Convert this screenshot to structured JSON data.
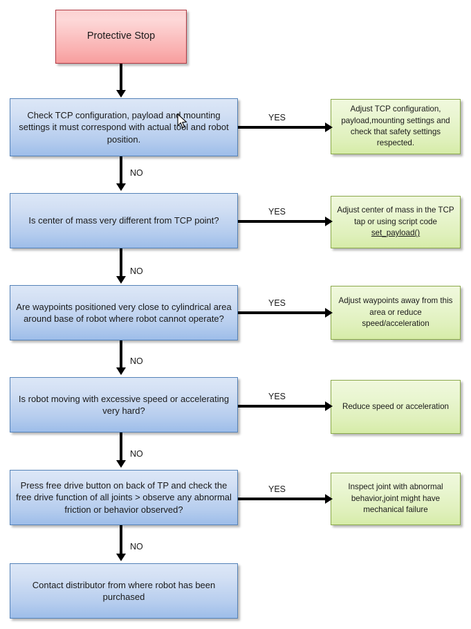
{
  "diagram": {
    "title_node": {
      "label": "Protective Stop"
    },
    "edge_labels": {
      "yes": "YES",
      "no": "NO"
    },
    "colors": {
      "start_fill_top": "#fbd2d2",
      "start_fill_bottom": "#f79e9e",
      "start_border": "#b03a44",
      "question_fill_top": "#dce7f7",
      "question_fill_bottom": "#9dbde9",
      "question_border": "#5482b8",
      "action_fill_top": "#f0f8dd",
      "action_fill_bottom": "#d6eca8",
      "action_border": "#8aa84a",
      "connector": "#000000",
      "spellcheck_underline": "#ff0000"
    },
    "steps": [
      {
        "question": "Check TCP configuration,  payload  and mounting settings it must correspond  with actual tool and robot  position.",
        "action": "Adjust TCP configuration, payload,mounting settings and check that safety settings respected.",
        "yes_label": "YES",
        "no_label": "NO"
      },
      {
        "question": "Is center of mass very different from TCP point?",
        "action": "Adjust center of mass in the TCP tap or using script code ",
        "action_code": "set_payload()",
        "action_code_misspelled": true,
        "yes_label": "YES",
        "no_label": "NO"
      },
      {
        "question": "Are waypoints  positioned  very close to cylindrical area around  base of robot  where robot  cannot operate?",
        "action": "Adjust waypoints away from this area or reduce speed/acceleration",
        "yes_label": "YES",
        "no_label": "NO"
      },
      {
        "question": "Is robot  moving  with excessive  speed or accelerating  very hard?",
        "action": "Reduce speed or acceleration",
        "yes_label": "YES",
        "no_label": "NO"
      },
      {
        "question": "Press free drive button  on back of TP and check the free drive function of all joints > observe any abnormal  friction or behavior  observed?",
        "action": "Inspect joint with abnormal behavior,joint might have mechanical failure",
        "yes_label": "YES",
        "no_label": "NO"
      }
    ],
    "end_node": {
      "label": "Contact distributor  from where robot  has been purchased"
    }
  }
}
